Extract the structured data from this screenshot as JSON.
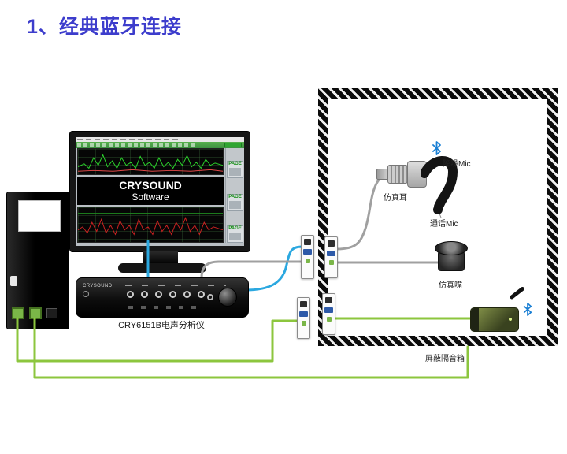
{
  "title": "1、经典蓝牙连接",
  "colors": {
    "title_accent": "#3d3dcc",
    "cable_blue": "#2ba8e0",
    "cable_green": "#8cc63e",
    "cable_gray": "#a0a0a0",
    "bluetooth_blue": "#1a7fd4",
    "toolbar_green": "#4aa646"
  },
  "monitor": {
    "software_line1": "CRYSOUND",
    "software_line2": "Software",
    "page_label": "PAGE"
  },
  "analyzer": {
    "brand": "CRYSOUND",
    "caption": "CRY6151B电声分析仪"
  },
  "chamber": {
    "box_label": "屏蔽隔音箱",
    "ear_label": "仿真耳",
    "noise_mic_label": "降噪Mic",
    "call_mic_label": "通话Mic",
    "mouth_label": "仿真嘴"
  },
  "icons": {
    "headset_bluetooth": "bluetooth-icon",
    "dongle_bluetooth": "bluetooth-icon"
  }
}
